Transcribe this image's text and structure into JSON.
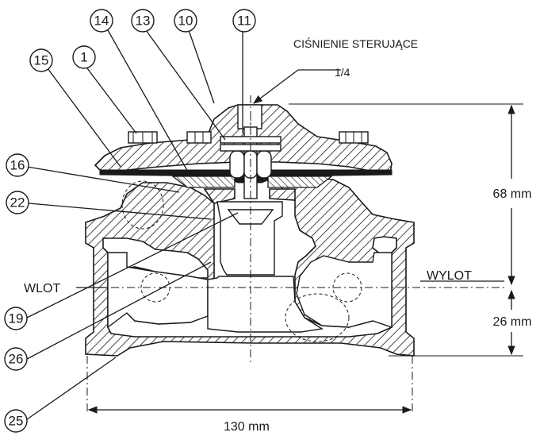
{
  "labels": {
    "control_pressure": "CIŚNIENIE STERUJĄCE",
    "port_size": "1/4",
    "inlet": "WLOT",
    "outlet": "WYLOT",
    "dim_height_upper": "68 mm",
    "dim_height_lower": "26 mm",
    "dim_width": "130 mm"
  },
  "callouts": [
    {
      "id": "15",
      "text": "15"
    },
    {
      "id": "1",
      "text": "1"
    },
    {
      "id": "14",
      "text": "14"
    },
    {
      "id": "13",
      "text": "13"
    },
    {
      "id": "10",
      "text": "10"
    },
    {
      "id": "11",
      "text": "11"
    },
    {
      "id": "16",
      "text": "16"
    },
    {
      "id": "22",
      "text": "22"
    },
    {
      "id": "19",
      "text": "19"
    },
    {
      "id": "26",
      "text": "26"
    },
    {
      "id": "25",
      "text": "25"
    }
  ]
}
